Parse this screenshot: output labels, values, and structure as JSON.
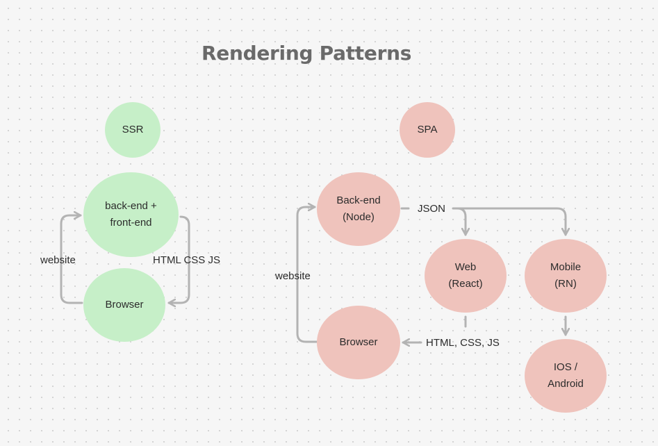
{
  "title": "Rendering Patterns",
  "ssr": {
    "header": "SSR",
    "server": "back-end +\nfront-end",
    "browser": "Browser",
    "label_left": "website",
    "label_right": "HTML CSS JS"
  },
  "spa": {
    "header": "SPA",
    "backend": "Back-end\n(Node)",
    "json_label": "JSON",
    "web": "Web\n(React)",
    "mobile": "Mobile\n(RN)",
    "native": "IOS /\nAndroid",
    "browser": "Browser",
    "label_left": "website",
    "label_bottom": "HTML, CSS, JS"
  },
  "colors": {
    "ssr_fill": "#c6efc8",
    "spa_fill": "#efc3bc",
    "connector": "#b3b3b3",
    "title": "#6a6a6a"
  }
}
